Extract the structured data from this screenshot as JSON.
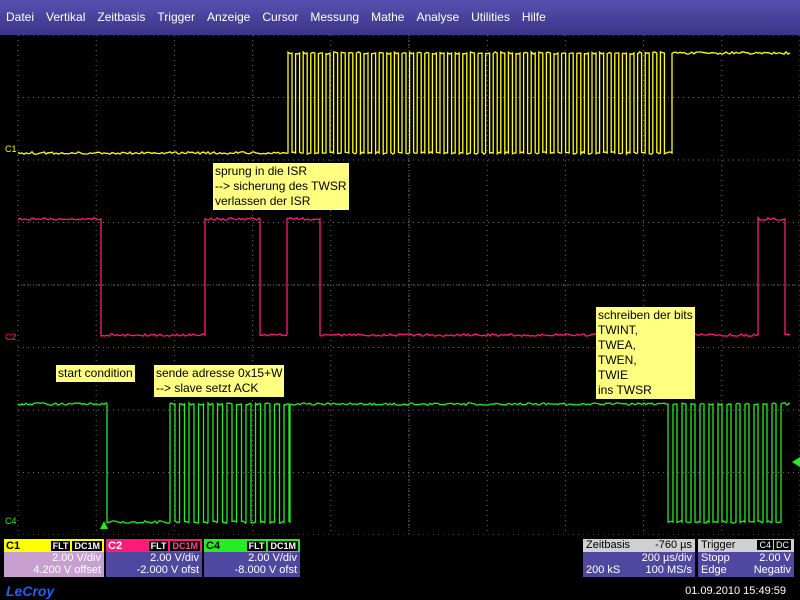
{
  "menu": [
    "Datei",
    "Vertikal",
    "Zeitbasis",
    "Trigger",
    "Anzeige",
    "Cursor",
    "Messung",
    "Mathe",
    "Analyse",
    "Utilities",
    "Hilfe"
  ],
  "channel_labels": {
    "c1": "C1",
    "c2": "C2",
    "c4": "C4"
  },
  "annotations": {
    "isr": "sprung in die ISR\n--> sicherung des TWSR\nverlassen der ISR",
    "start": "start condition",
    "send": "sende adresse 0x15+W\n--> slave setzt ACK",
    "write": "schreiben der bits\nTWINT,\nTWEA,\nTWEN,\nTWIE\nins TWSR"
  },
  "channels": [
    {
      "name": "C1",
      "flt": "FLT",
      "coupling": "DC1M",
      "vdiv": "2.00 V/div",
      "offset": "4.200 V offset",
      "color": "#ffff00"
    },
    {
      "name": "C2",
      "flt": "FLT",
      "coupling": "DC1M",
      "vdiv": "2.00 V/div",
      "offset": "-2.000 V ofst",
      "color": "#ff3399"
    },
    {
      "name": "C4",
      "flt": "FLT",
      "coupling": "DC1M",
      "vdiv": "2.00 V/div",
      "offset": "-8.000 V ofst",
      "color": "#22ee22"
    }
  ],
  "timebase": {
    "label": "Zeitbasis",
    "delay": "-760 µs",
    "tdiv": "200 µs/div",
    "samples": "200 kS",
    "rate": "100 MS/s"
  },
  "trigger": {
    "label": "Trigger",
    "source": "C4",
    "coupling": "DC",
    "mode": "Stopp",
    "level": "2.00 V",
    "type": "Edge",
    "slope": "Negativ"
  },
  "brand": "LeCroy",
  "datetime": "01.09.2010 15:49:59",
  "colors": {
    "c1": "#ffff00",
    "c2": "#ff1a75",
    "c4": "#22ee22",
    "grid": "#606060",
    "menubar": "#4a40a0"
  }
}
